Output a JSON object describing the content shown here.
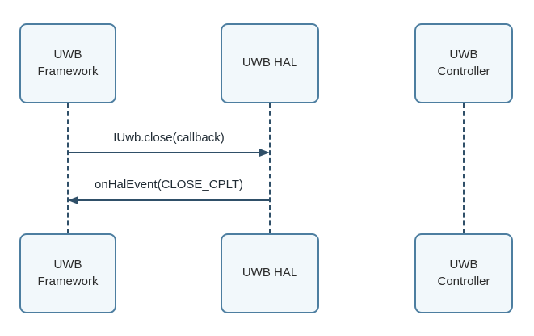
{
  "diagram": {
    "type": "sequence-diagram",
    "colors": {
      "background": "#ffffff",
      "box_fill": "#f2f8fb",
      "box_stroke": "#4d7ea0",
      "line_color": "#2f4f68",
      "text_color": "#2b2b2b"
    },
    "actors": [
      {
        "id": "uwb-framework",
        "label": "UWB Framework"
      },
      {
        "id": "uwb-hal",
        "label": "UWB HAL"
      },
      {
        "id": "uwb-controller",
        "label": "UWB Controller"
      }
    ],
    "messages": [
      {
        "from": "uwb-framework",
        "to": "uwb-hal",
        "direction": "right",
        "label": "IUwb.close(callback)"
      },
      {
        "from": "uwb-hal",
        "to": "uwb-framework",
        "direction": "left",
        "label": "onHalEvent(CLOSE_CPLT)"
      }
    ]
  }
}
